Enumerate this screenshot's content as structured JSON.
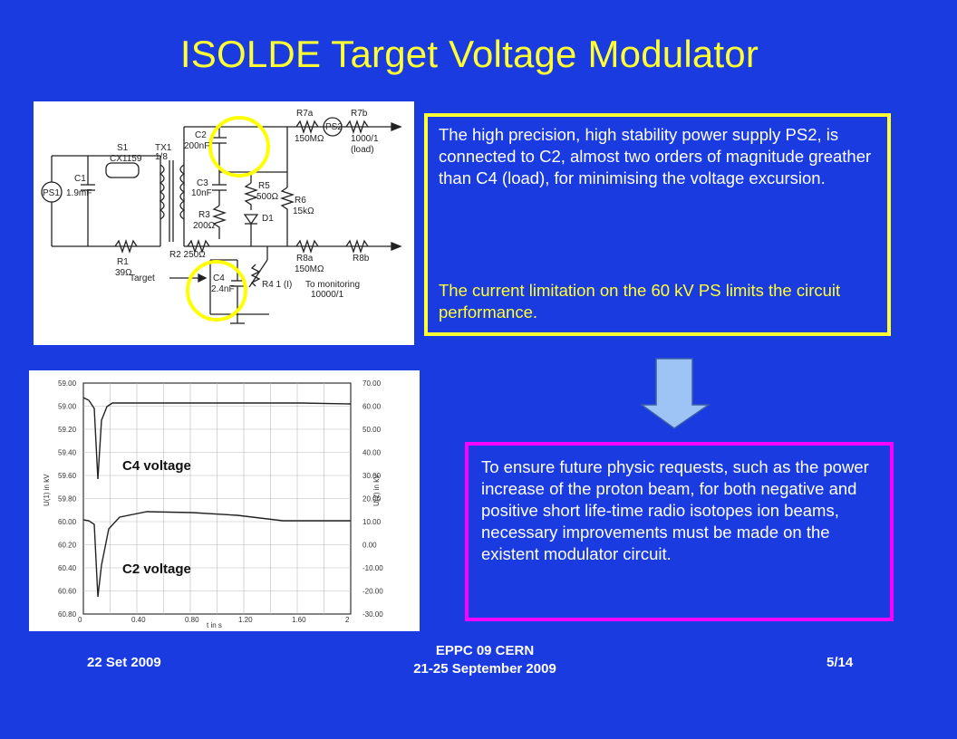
{
  "slide": {
    "title": "ISOLDE Target Voltage Modulator"
  },
  "yellow_box": {
    "para1": "The high precision, high stability power supply PS2, is connected to C2, almost two orders of magnitude greather than C4 (load), for minimising the voltage excursion.",
    "para2": "The current limitation on the 60 kV PS limits the circuit performance."
  },
  "magenta_box": {
    "text": "To ensure future physic requests, such as the power increase of the proton beam, for both negative and positive short life-time radio isotopes ion beams, necessary improvements must be made on the existent modulator circuit."
  },
  "plot": {
    "label_c4": "C4 voltage",
    "label_c2": "C2 voltage",
    "left_ticks": [
      "59.00",
      "59.00",
      "59.20",
      "59.40",
      "59.60",
      "59.80",
      "60.00",
      "60.20",
      "60.40",
      "60.60",
      "60.80"
    ],
    "right_ticks": [
      "70.00",
      "60.00",
      "50.00",
      "40.00",
      "30.00",
      "20.00",
      "10.00",
      "0.00",
      "-10.00",
      "-20.00",
      "-30.00"
    ],
    "x_ticks": [
      "0",
      "0.40",
      "0.80",
      "1.20",
      "1.60",
      "2"
    ],
    "left_axis_label": "U(1) in kV",
    "right_axis_label": "U(2) in kV",
    "x_axis_label": "t in s"
  },
  "schematic": {
    "labels": [
      "S1",
      "CX1159",
      "TX1",
      "1/8",
      "C1",
      "1.9mF",
      "PS1",
      "R1",
      "39Ω",
      "C2",
      "200nF",
      "C3",
      "10nF",
      "R3",
      "200Ω",
      "R2",
      "250Ω",
      "R5",
      "500Ω",
      "D1",
      "R6",
      "15kΩ",
      "R7a",
      "150MΩ",
      "R7b",
      "1000/1",
      "R8a",
      "150MΩ",
      "R8b",
      "(load)",
      "PS2",
      "C4",
      "2.4nF",
      "R4",
      "Target",
      "To monitoring",
      "10000/1"
    ]
  },
  "footer": {
    "date": "22 Set 2009",
    "conf_line1": "EPPC 09 CERN",
    "conf_line2": "21-25 September 2009",
    "page": "5/14"
  },
  "colors": {
    "background": "#1a3be0",
    "title": "#ffff33",
    "yellow_border": "#ffff33",
    "magenta_border": "#ff00ff",
    "arrow_fill": "#9ec4f5"
  }
}
